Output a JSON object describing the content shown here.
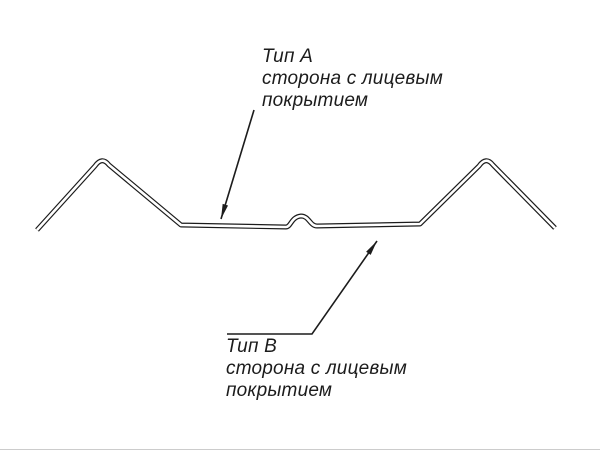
{
  "drawing": {
    "title": "profile-cross-section",
    "ink_color": "#1c1c1c",
    "callout_a": {
      "type": "Тип А",
      "line1": "сторона с лицевым",
      "line2": "покрытием"
    },
    "callout_b": {
      "type": "Тип В",
      "line1": "сторона с лицевым",
      "line2": "покрытием"
    }
  }
}
